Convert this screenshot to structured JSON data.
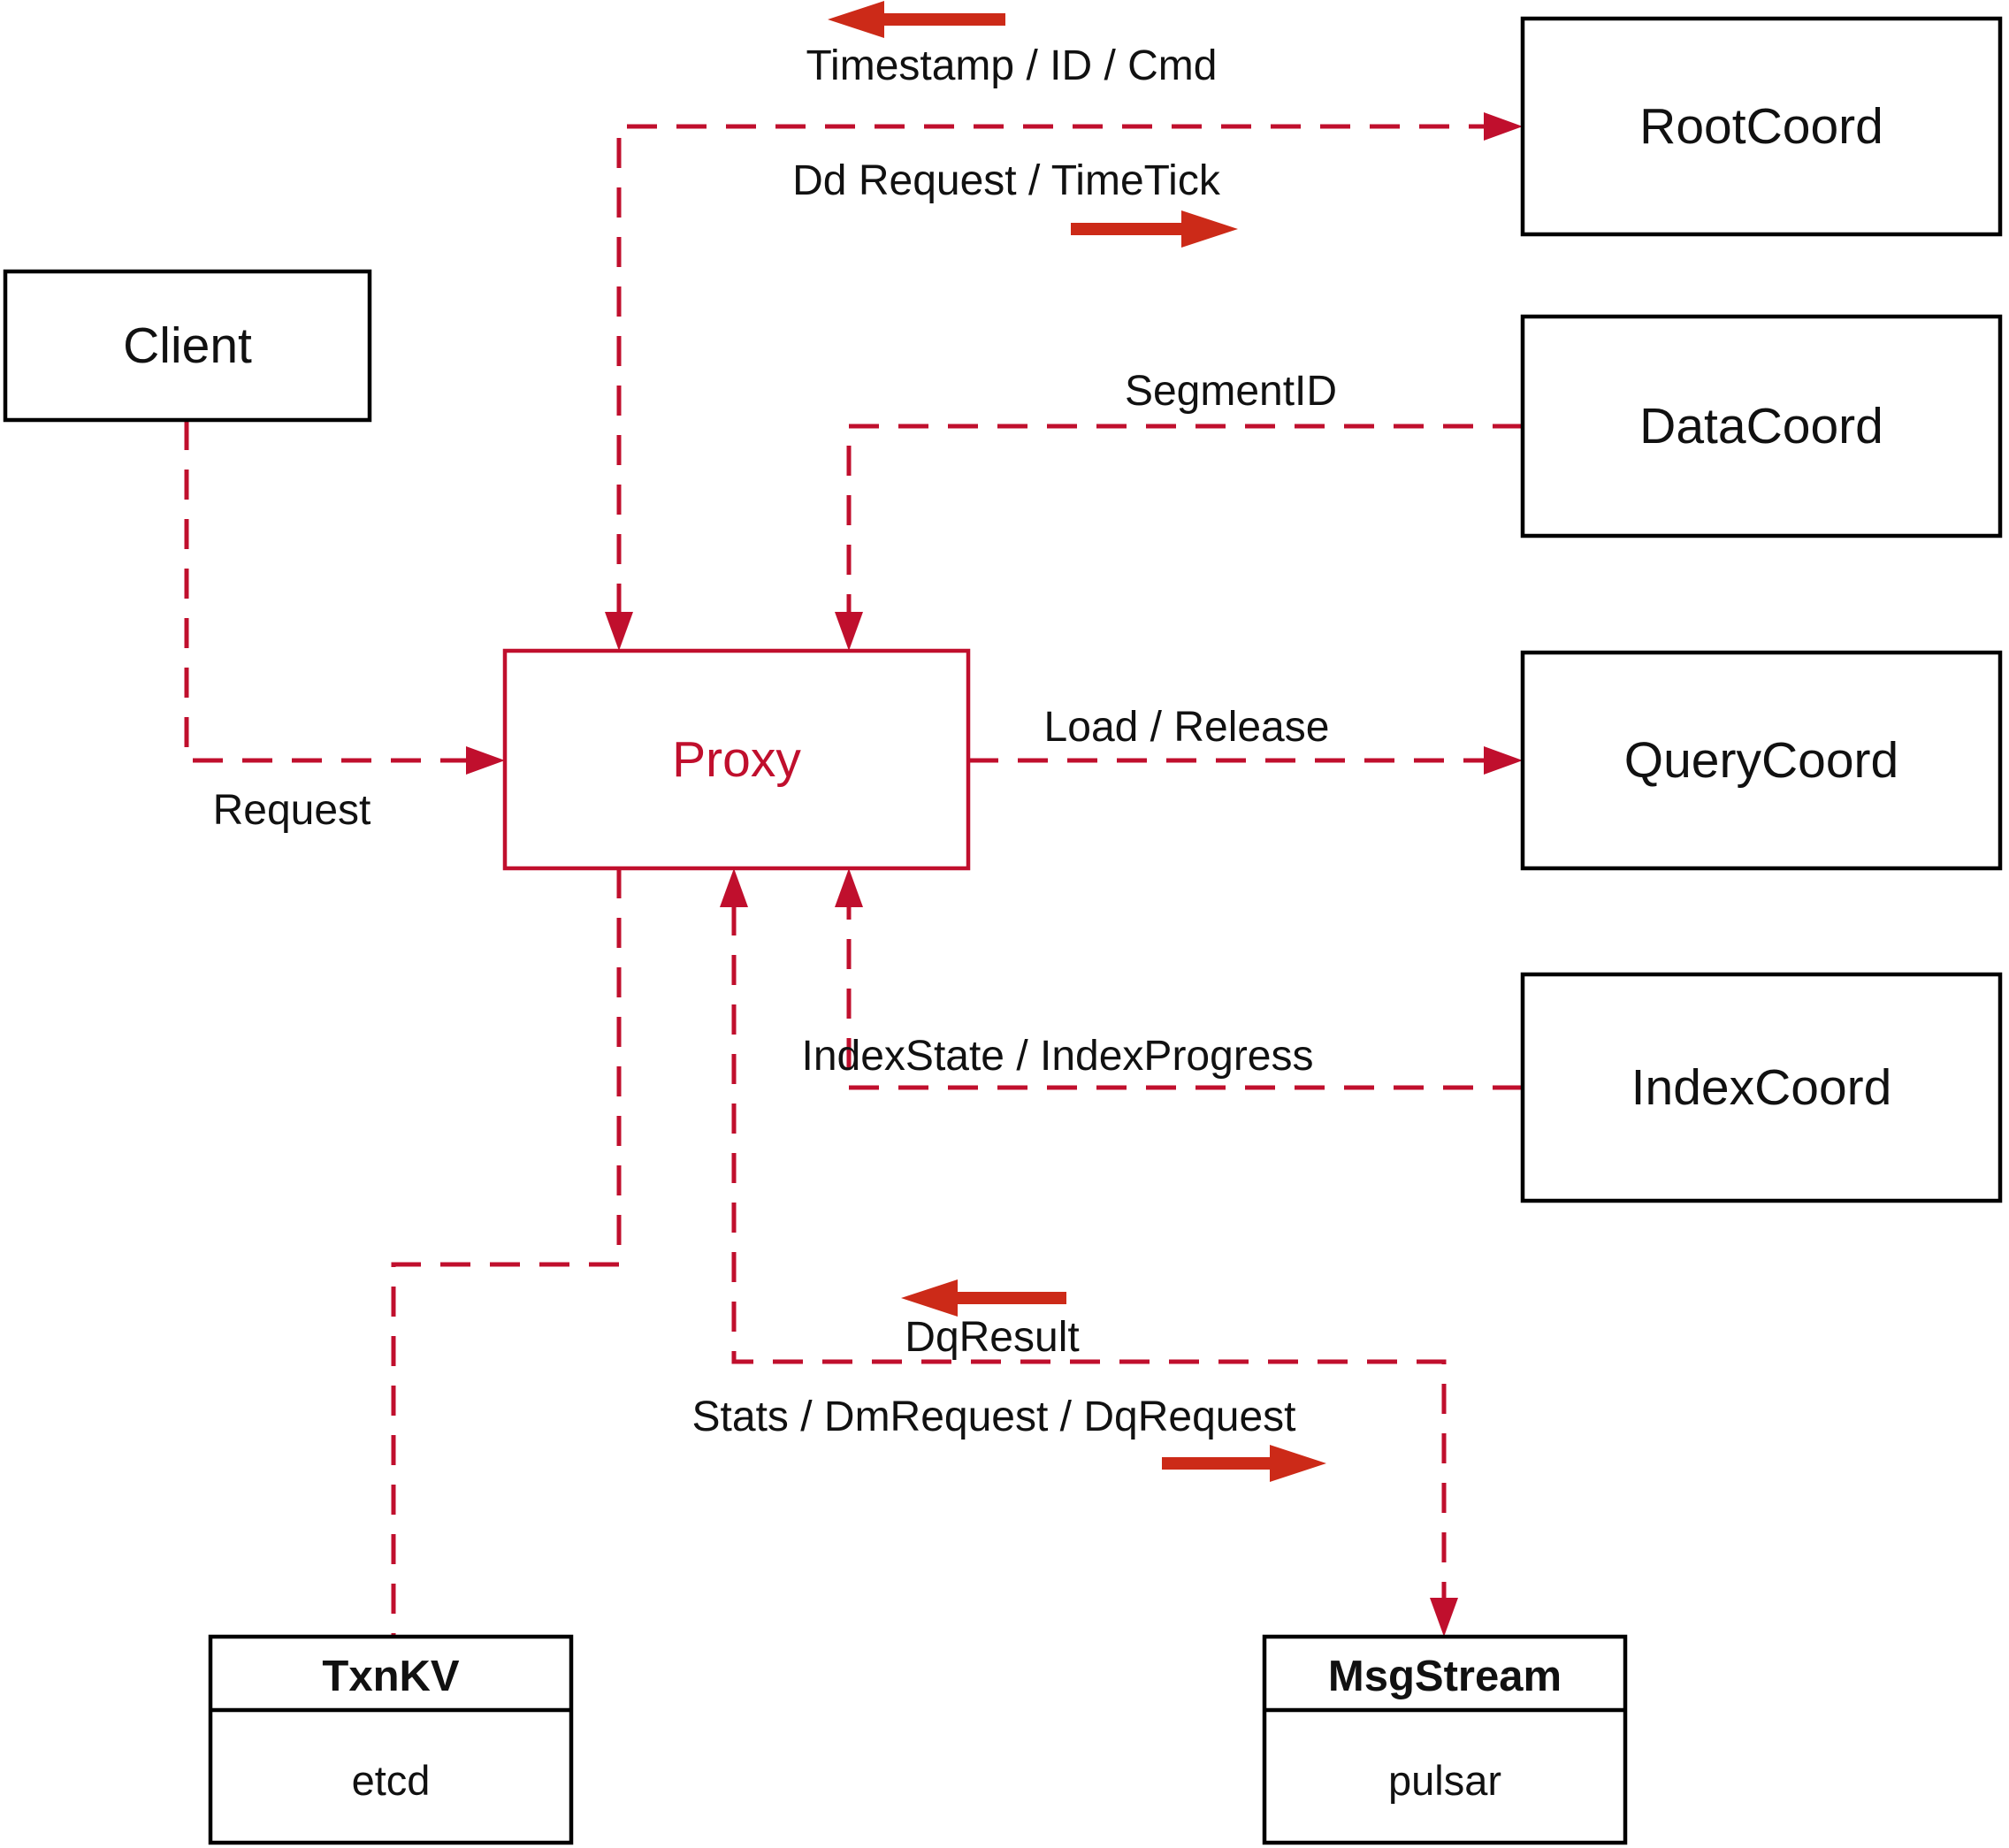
{
  "colors": {
    "line_red": "#c00f2d",
    "arrow_red": "#cc2a18",
    "box_black": "#000000",
    "text_black": "#111111",
    "background": "#ffffff"
  },
  "nodes": {
    "client": {
      "label": "Client"
    },
    "proxy": {
      "label": "Proxy"
    },
    "root_coord": {
      "label": "RootCoord"
    },
    "data_coord": {
      "label": "DataCoord"
    },
    "query_coord": {
      "label": "QueryCoord"
    },
    "index_coord": {
      "label": "IndexCoord"
    },
    "txn_kv": {
      "title": "TxnKV",
      "impl": "etcd"
    },
    "msg_stream": {
      "title": "MsgStream",
      "impl": "pulsar"
    }
  },
  "edges": {
    "timestamp": {
      "label": "Timestamp / ID / Cmd"
    },
    "dd_request": {
      "label": "Dd Request / TimeTick"
    },
    "segment_id": {
      "label": "SegmentID"
    },
    "request": {
      "label": "Request"
    },
    "load_release": {
      "label": "Load / Release"
    },
    "index_state": {
      "label": "IndexState / IndexProgress"
    },
    "dq_result": {
      "label": "DqResult"
    },
    "stats": {
      "label": "Stats / DmRequest / DqRequest"
    }
  }
}
